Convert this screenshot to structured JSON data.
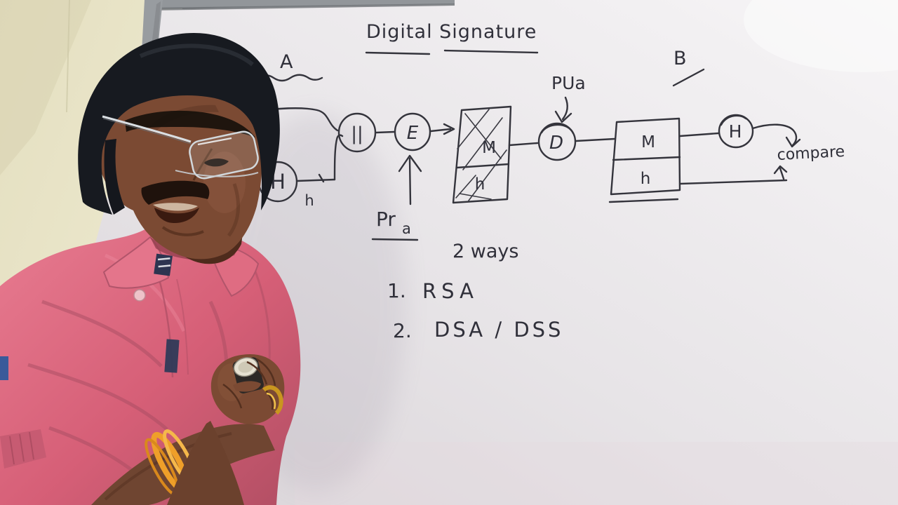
{
  "scene": {
    "description": "Video still of a lecturer in a pink polo shirt holding a whiteboard marker while explaining a Digital Signature flow drawn on a whiteboard",
    "objects": [
      "whiteboard",
      "marker-pen",
      "eyeglasses",
      "bracelet",
      "ring"
    ],
    "colors": {
      "wall": "#e9e5c9",
      "board": "#edeaec",
      "board_frame": "#90949a",
      "ink": "#34343c",
      "shirt": "#d9647a",
      "skin": "#7b4a33",
      "hair": "#171a20",
      "bracelet": "#efa22b",
      "marker_cap": "#e6e1d2"
    }
  },
  "whiteboard": {
    "title": "Digital Signature",
    "label_sender": "A",
    "label_receiver": "B",
    "nodes": {
      "hash_sender": "H",
      "hash_output": "h",
      "concat": "||",
      "encrypt": "E",
      "private_key_main": "Pr",
      "private_key_sub": "a",
      "bundle1_top": "M",
      "bundle1_bottom": "h",
      "public_key": "PUa",
      "decrypt": "D",
      "bundle2_top": "M",
      "bundle2_bottom": "h",
      "hash_receiver": "H",
      "compare": "compare"
    },
    "notes": {
      "heading": "2 ways",
      "items": [
        {
          "num": "1.",
          "label": "RSA"
        },
        {
          "num": "2.",
          "label": "DSA / DSS"
        }
      ]
    }
  }
}
